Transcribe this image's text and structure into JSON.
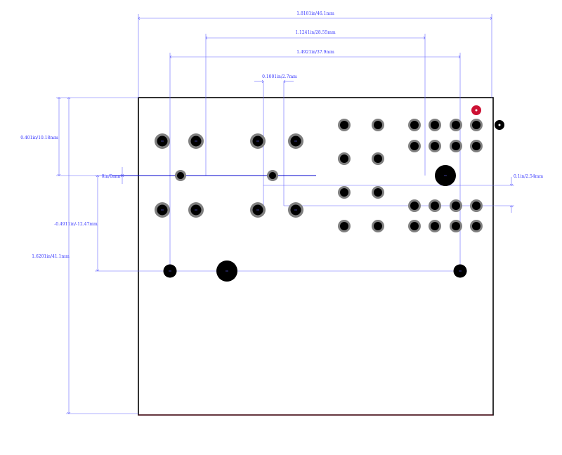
{
  "colors": {
    "background": "#ffffff",
    "board_outline": "#000000",
    "dimension": "#6666ff",
    "dimension_text": "#3333ff",
    "pad_ring": "#808080",
    "pad_hole": "#000000",
    "pin1_marker": "#cc1133"
  },
  "dimensions": {
    "overall_width": "1.8181in/46.1mm",
    "pin_span_a": "1.1241in/28.55mm",
    "pin_span_b": "1.4921in/37.9mm",
    "pin_pitch": "0.1001in/2.7mm",
    "left_row_offset": "0.401in/10.18mm",
    "zero_ref": "0in/0mm",
    "lower_offset": "-0.4911in/-12.47mm",
    "overall_height": "1.6201in/41.1mm",
    "row_pitch": "0.1in/2.54mm"
  },
  "markers": {
    "pin1_icon": "pin1-marker-icon",
    "origin_icon": "origin-marker-icon"
  }
}
